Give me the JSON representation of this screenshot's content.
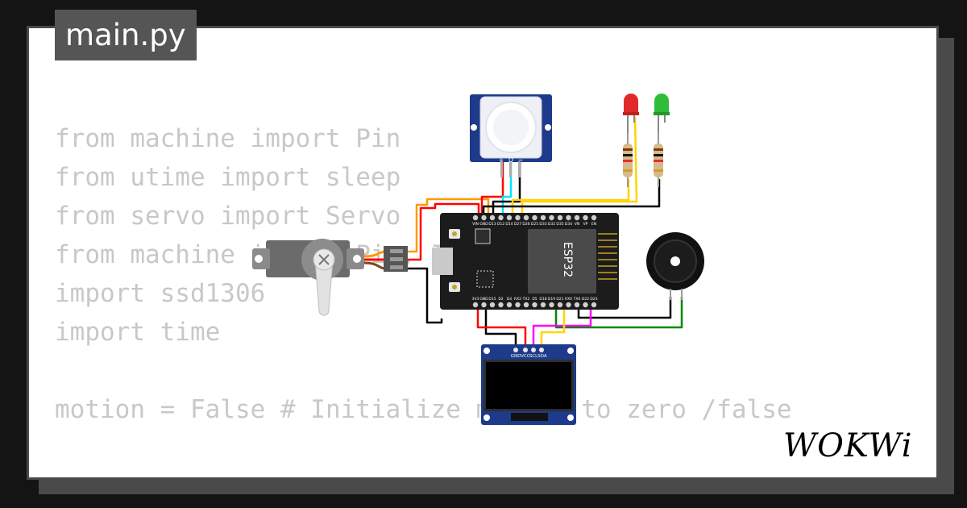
{
  "tab": {
    "filename": "main.py"
  },
  "code_lines": [
    "from machine import Pin",
    "from utime import sleep",
    "from servo import Servo",
    "from machine import Pin, I2C",
    "import ssd1306",
    "import time",
    "",
    "motion = False # Initialize motion to zero /false"
  ],
  "brand": {
    "name": "WOKWi"
  },
  "esp32": {
    "chip_label": "ESP32",
    "top_pins": [
      "VIN",
      "GND",
      "D13",
      "D12",
      "D14",
      "D27",
      "D26",
      "D25",
      "D33",
      "D32",
      "D35",
      "D34",
      "VN",
      "VP",
      "EN"
    ],
    "bottom_pins": [
      "3V3",
      "GND",
      "D15",
      "D2",
      "D4",
      "RX2",
      "TX2",
      "D5",
      "D18",
      "D19",
      "D21",
      "RX0",
      "TX0",
      "D22",
      "D23"
    ]
  },
  "pir": {
    "pins": [
      "+",
      "D",
      "−"
    ]
  },
  "oled": {
    "pins": [
      "GND",
      "VCC",
      "SCL",
      "SDA"
    ]
  },
  "colors": {
    "wire_red": "#ff0000",
    "wire_yellow": "#ffd400",
    "wire_orange": "#ff9900",
    "wire_cyan": "#00e5ff",
    "wire_green": "#008800",
    "wire_magenta": "#ff00ff",
    "wire_black": "#000000",
    "pcb_blue": "#1e3a8a",
    "esp32_body": "#1c1c1c"
  }
}
